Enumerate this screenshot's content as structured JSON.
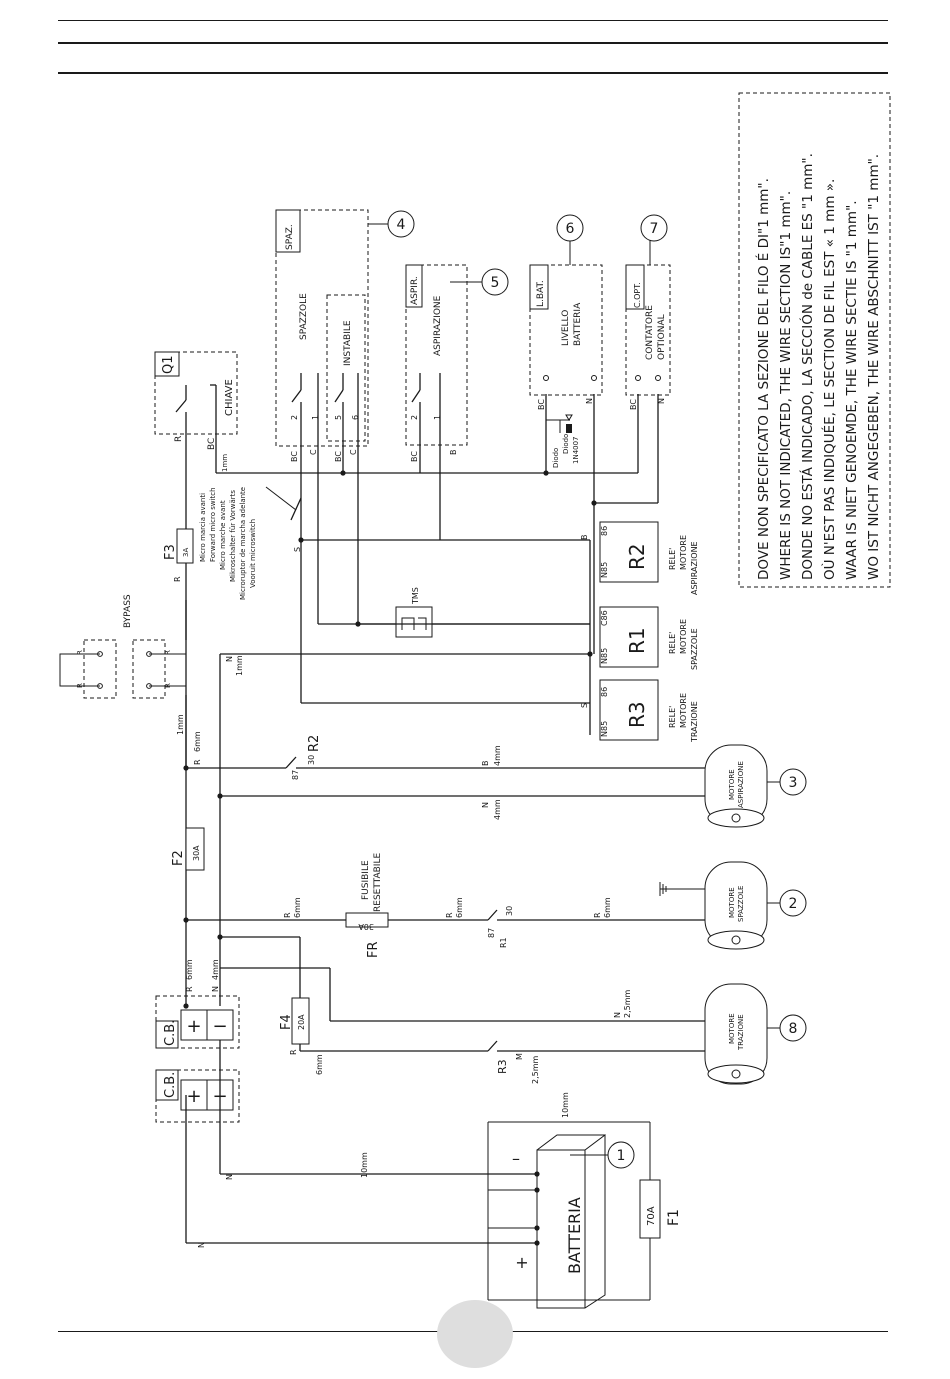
{
  "note": {
    "lines": [
      "DOVE NON SPECIFICATO LA SEZIONE DEL FILO É DI\"1 mm\".",
      "WHERE IS NOT INDICATED, THE WIRE SECTION  IS\"1 mm\".",
      "DONDE NO ESTÁ INDICADO, LA SECCIÓN de CABLE ES \"1 mm\".",
      "OÙ N'EST PAS INDIQUÉE, LE SECTION DE FIL EST « 1 mm ».",
      "WAAR IS NIET GENOEMDE, THE WIRE SECTIE IS \"1 mm\".",
      "WO IST NICHT ANGEGEBEN, THE WIRE ABSCHNITT IST \"1 mm\"."
    ]
  },
  "callouts": [
    "1",
    "2",
    "3",
    "4",
    "5",
    "6",
    "7",
    "8"
  ],
  "modules": {
    "spaz": {
      "tag": "SPAZ.",
      "name": "SPAZZOLE",
      "sub_tag": "INSTABILE",
      "contacts": [
        "2",
        "1",
        "5",
        "6"
      ],
      "wires": [
        "BC",
        "C",
        "BC",
        "C"
      ]
    },
    "aspir": {
      "tag": "ASPIR.",
      "name": "ASPIRAZIONE",
      "contacts": [
        "2",
        "1"
      ],
      "wires": [
        "BC",
        "B"
      ]
    },
    "lbat": {
      "tag": "L.BAT.",
      "name_lines": [
        "LIVELLO",
        "BATTERIA"
      ],
      "wires": [
        "BC",
        "N"
      ],
      "diode": [
        "Diodo",
        "Diodo",
        "1N4007"
      ]
    },
    "copt": {
      "tag": "C.OPT.",
      "name_lines": [
        "CONTATORE",
        "OPTIONAL"
      ],
      "wires": [
        "BC",
        "N"
      ]
    }
  },
  "key": {
    "tag": "Q1",
    "name": "CHIAVE",
    "wires": [
      "R",
      "BC"
    ],
    "section": "1mm"
  },
  "micro_switch": {
    "labels": [
      "Micro marcia avanti",
      "Forward micro switch",
      "Micro marche avant",
      "Mikroschalter für Vorwärts",
      "Microruptor de marcha adelante",
      "Vooruit microswitch"
    ],
    "wire": "S"
  },
  "relays": [
    {
      "id": "R2",
      "lines": [
        "RELE'",
        "MOTORE",
        "ASPIRAZIONE"
      ],
      "pins": [
        "86",
        "N85"
      ],
      "wire": "B"
    },
    {
      "id": "R1",
      "lines": [
        "RELE'",
        "MOTORE",
        "SPAZZOLE"
      ],
      "pins": [
        "C86",
        "N85"
      ]
    },
    {
      "id": "R3",
      "lines": [
        "RELE'",
        "MOTORE",
        "TRAZIONE"
      ],
      "pins": [
        "86",
        "N85"
      ],
      "wire": "S"
    }
  ],
  "tms": "TMS",
  "bypass": {
    "label": "BYPASS",
    "pins": [
      "R",
      "R",
      "R",
      "R"
    ]
  },
  "fuses": {
    "F3": {
      "name": "F3",
      "rating": "3A",
      "wire": "R"
    },
    "F2": {
      "name": "F2",
      "rating": "30A"
    },
    "F4": {
      "name": "F4",
      "rating": "20A"
    },
    "FR": {
      "name": "FR",
      "rating": "30A",
      "title_lines": [
        "FUSIBILE",
        "RESETTABILE"
      ]
    },
    "F1": {
      "name": "F1",
      "rating": "70A"
    }
  },
  "connectors": [
    {
      "tag": "C.B."
    },
    {
      "tag": "C.B."
    }
  ],
  "motors": [
    {
      "lines": [
        "MOTORE",
        "ASPIRAZIONE"
      ]
    },
    {
      "lines": [
        "MOTORE",
        "SPAZZOLE"
      ]
    },
    {
      "lines": [
        "MOTORE",
        "TRAZIONE"
      ]
    }
  ],
  "wire_labels": {
    "n_1mm": [
      "N",
      "1mm"
    ],
    "r_6mm": [
      "R",
      "6mm"
    ],
    "r_1mm": "1mm",
    "r2_contacts": [
      "87",
      "30",
      "R2"
    ],
    "b_4mm": [
      "B",
      "4mm"
    ],
    "n_4mm": [
      "N",
      "4mm"
    ],
    "r1_contacts": [
      "87",
      "R1",
      "30"
    ],
    "n_25mm": [
      "N",
      "2,5mm"
    ],
    "m_25mm": [
      "M",
      "2,5mm"
    ],
    "r3": "R3",
    "r_6mm_b": [
      "R",
      "6mm"
    ],
    "n_10mm": [
      "N",
      "10mm"
    ],
    "section_10mm": "10mm",
    "plus": "+",
    "minus": "−",
    "minus_bat": "–",
    "n": "N"
  },
  "battery": "BATTERIA"
}
